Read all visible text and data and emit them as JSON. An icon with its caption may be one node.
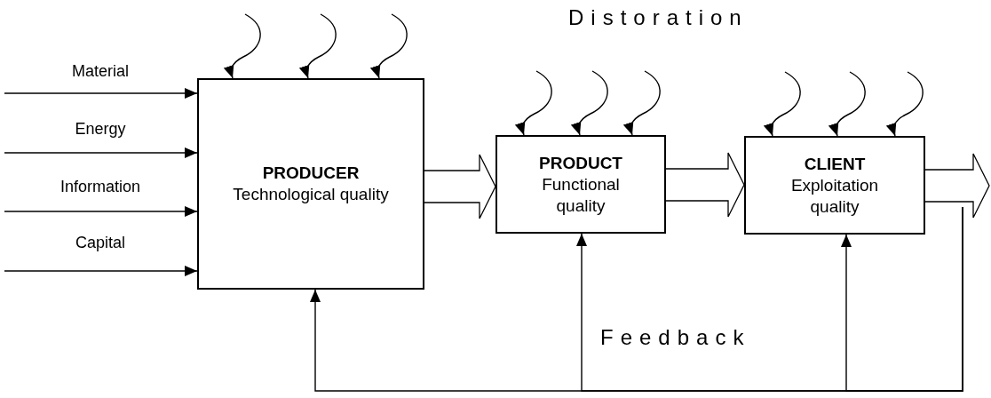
{
  "diagram": {
    "nodes": [
      {
        "text": [
          "PRODUCER",
          "Technological quality"
        ]
      },
      {
        "text": [
          "PRODUCT",
          "Functional quality"
        ]
      },
      {
        "text": [
          "CLIENT",
          "Exploitation quality"
        ]
      }
    ],
    "edges": [
      {
        "from": null,
        "to": 0,
        "arrow": "to",
        "label": "Material"
      },
      {
        "from": null,
        "to": 0,
        "arrow": "to",
        "label": "Energy"
      },
      {
        "from": null,
        "to": 0,
        "arrow": "to",
        "label": "Information"
      },
      {
        "from": null,
        "to": 0,
        "arrow": "to",
        "label": "Capital"
      },
      {
        "from": null,
        "to": 0,
        "arrow": "to"
      },
      {
        "from": null,
        "to": 0,
        "arrow": "to"
      },
      {
        "from": null,
        "to": 0,
        "arrow": "to"
      },
      {
        "from": null,
        "to": 1,
        "arrow": "to"
      },
      {
        "from": null,
        "to": 1,
        "arrow": "to"
      },
      {
        "from": null,
        "to": 1,
        "arrow": "to"
      },
      {
        "from": null,
        "to": 2,
        "arrow": "to"
      },
      {
        "from": null,
        "to": 2,
        "arrow": "to"
      },
      {
        "from": null,
        "to": 2,
        "arrow": "to"
      },
      {
        "from": 0,
        "to": 1,
        "arrow": "to",
        "style": "thick"
      },
      {
        "from": 1,
        "to": 2,
        "arrow": "to",
        "style": "thick"
      },
      {
        "from": 2,
        "to": null,
        "arrow": "to",
        "style": "thick"
      },
      {
        "from": null,
        "to": 0,
        "arrow": "to"
      },
      {
        "from": null,
        "to": 1,
        "arrow": "to"
      },
      {
        "from": null,
        "to": 2,
        "arrow": "to"
      }
    ],
    "labels": [
      "Distoration",
      "Feedback"
    ]
  }
}
